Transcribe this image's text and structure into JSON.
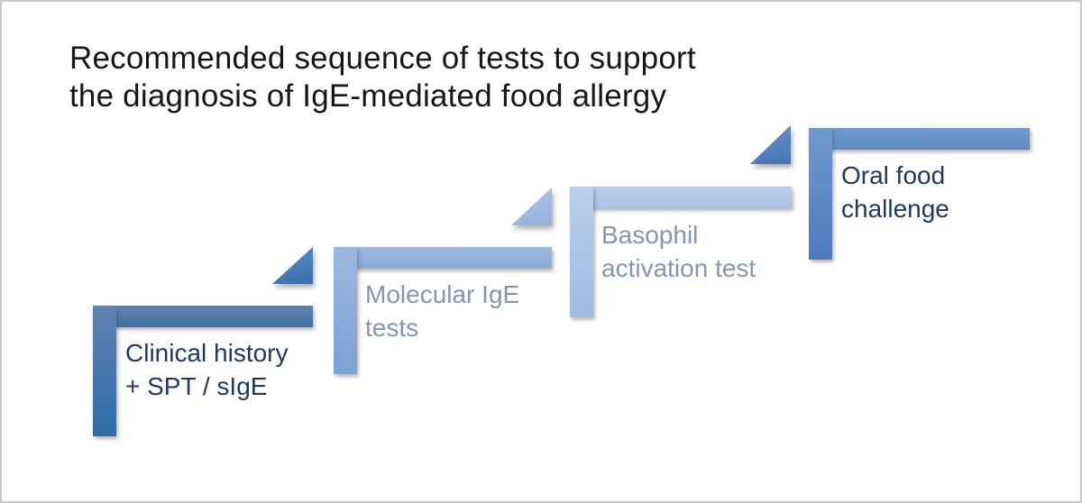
{
  "frame": {
    "background": "#ffffff",
    "border_color": "#c9c9c9"
  },
  "title": {
    "text": "Recommended sequence of tests to support\nthe diagnosis of IgE-mediated food allergy",
    "color": "#161616"
  },
  "text_colors": {
    "dark_navy": "#1f3864",
    "gray_blue": "#8496b4"
  },
  "steps": [
    {
      "id": "clinical-history",
      "label": "Clinical history\n+ SPT / sIgE",
      "label_color": "#1f3864",
      "fill_top": "#5e84b0",
      "fill_mid": "#446f9e",
      "fill_bottom": "#2e6ba9"
    },
    {
      "id": "molecular-ige-tests",
      "label": "Molecular IgE\ntests",
      "label_color": "#8496b4",
      "fill_top": "#9cb8e0",
      "fill_mid": "#8aacd8",
      "fill_bottom": "#7ba2d3"
    },
    {
      "id": "basophil-activation-test",
      "label": "Basophil\nactivation test",
      "label_color": "#8496b4",
      "fill_top": "#bacfec",
      "fill_mid": "#abc3e6",
      "fill_bottom": "#9fbae0"
    },
    {
      "id": "oral-food-challenge",
      "label": "Oral food\nchallenge",
      "label_color": "#1f3864",
      "fill_top": "#7199cd",
      "fill_mid": "#5f8bc5",
      "fill_bottom": "#4c7bbb"
    }
  ],
  "arrows": [
    {
      "after_step": "clinical-history",
      "fill_top": "#5e8bc1",
      "fill_bottom": "#3a6fad"
    },
    {
      "after_step": "molecular-ige-tests",
      "fill_top": "#b0c8ea",
      "fill_bottom": "#93b1db"
    },
    {
      "after_step": "basophil-activation-test",
      "fill_top": "#6a93c9",
      "fill_bottom": "#4374b5"
    }
  ]
}
